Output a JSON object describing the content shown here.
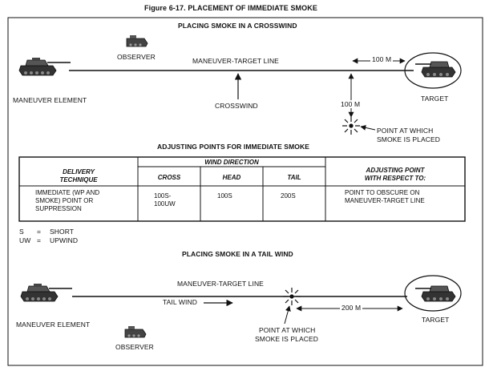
{
  "figure_title": "Figure 6-17.   PLACEMENT OF IMMEDIATE SMOKE",
  "crosswind_panel": {
    "title": "PLACING SMOKE IN A CROSSWIND",
    "observer": "OBSERVER",
    "line_label": "MANEUVER-TARGET LINE",
    "distance_label": "100 M",
    "maneuver_element": "MANEUVER ELEMENT",
    "target": "TARGET",
    "wind_label": "CROSSWIND",
    "offset_label": "100 M",
    "point_label_1": "POINT AT WHICH",
    "point_label_2": "SMOKE IS PLACED"
  },
  "table": {
    "title": "ADJUSTING POINTS FOR IMMEDIATE SMOKE",
    "col_delivery_1": "DELIVERY",
    "col_delivery_2": "TECHNIQUE",
    "wind_direction": "WIND DIRECTION",
    "col_cross": "CROSS",
    "col_head": "HEAD",
    "col_tail": "TAIL",
    "col_adjust_1": "ADJUSTING POINT",
    "col_adjust_2": "WITH RESPECT TO:",
    "row": {
      "technique_1": "IMMEDIATE (WP AND",
      "technique_2": "SMOKE) POINT OR",
      "technique_3": "SUPPRESSION",
      "cross_1": "100S-",
      "cross_2": "100UW",
      "head": "100S",
      "tail": "200S",
      "adjust_1": "POINT TO OBSCURE ON",
      "adjust_2": "MANEUVER-TARGET LINE"
    }
  },
  "legend": {
    "s_key": "S",
    "s_eq": "=",
    "s_val": "SHORT",
    "uw_key": "UW",
    "uw_eq": "=",
    "uw_val": "UPWIND"
  },
  "tailwind_panel": {
    "title": "PLACING SMOKE IN A TAIL WIND",
    "line_label": "MANEUVER-TARGET LINE",
    "wind_label": "TAIL WIND",
    "distance_label": "200 M",
    "maneuver_element": "MANEUVER ELEMENT",
    "observer": "OBSERVER",
    "point_label_1": "POINT AT WHICH",
    "point_label_2": "SMOKE IS PLACED",
    "target": "TARGET"
  }
}
